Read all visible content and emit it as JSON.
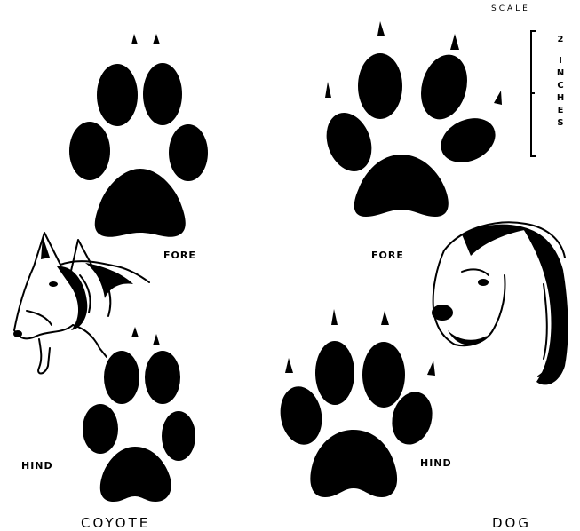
{
  "colors": {
    "ink": "#000000",
    "background": "#ffffff"
  },
  "labels": {
    "scale": "SCALE",
    "scale_number": "2",
    "scale_unit_letters": [
      "I",
      "N",
      "C",
      "H",
      "E",
      "S"
    ],
    "coyote_fore": "FORE",
    "coyote_hind": "HIND",
    "dog_fore": "FORE",
    "dog_hind": "HIND",
    "coyote": "COYOTE",
    "dog": "DOG"
  }
}
